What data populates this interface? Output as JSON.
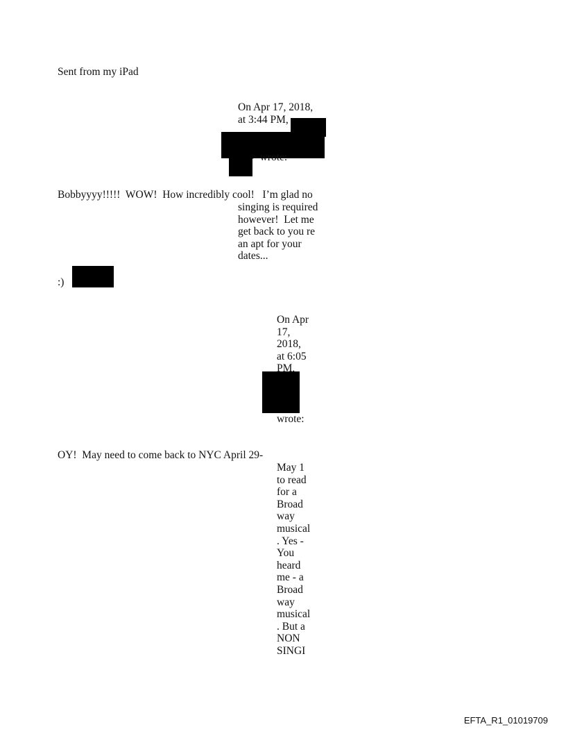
{
  "signature": "Sent from my iPad",
  "quote1": {
    "header_lines": [
      "On Apr 17, 2018,",
      "at 3:44 PM,"
    ],
    "wrote": "> wrote:",
    "first_line": "Bobbyyyy!!!!!  WOW!  How incredibly cool!   I’m glad no",
    "body_lines": [
      "singing is required",
      "however!  Let me",
      "get back to you re",
      "an apt for your",
      "dates..."
    ],
    "closing": ":)"
  },
  "quote2": {
    "header_lines": [
      "On Apr",
      "17,",
      "2018,",
      "at 6:05",
      "PM,"
    ],
    "wrote": "wrote:",
    "first_line": "OY!  May need to come back to NYC April 29-",
    "body_lines": [
      "May 1",
      "to read",
      "for a",
      "Broad",
      "way",
      "musical",
      ". Yes -",
      "You",
      "heard",
      "me - a",
      "Broad",
      "way",
      "musical",
      ". But a",
      "NON",
      "SINGI"
    ]
  },
  "footer": "EFTA_R1_01019709"
}
